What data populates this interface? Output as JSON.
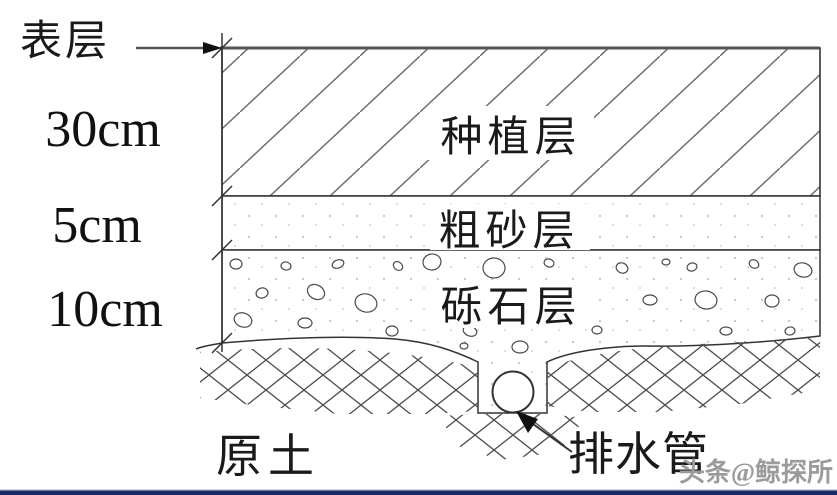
{
  "surface_pointer": {
    "label": "表层"
  },
  "layers": [
    {
      "label": "种植层",
      "thickness": "30cm",
      "texture": "diagonal-hatch"
    },
    {
      "label": "粗砂层",
      "thickness": "5cm",
      "texture": "sand-dots"
    },
    {
      "label": "砾石层",
      "thickness": "10cm",
      "texture": "gravel-pebbles"
    }
  ],
  "base": {
    "label": "原土"
  },
  "pipe": {
    "label": "排水管"
  },
  "watermark": {
    "text": "头条@鲸探所",
    "color": "#9b9b9b"
  },
  "colors": {
    "outline": "#333333",
    "hatch": "#6e6e6e",
    "dots": "#c9c9c9",
    "footer_bar": "#1c2a63",
    "footer_bar_highlight": "#c8cee4"
  }
}
